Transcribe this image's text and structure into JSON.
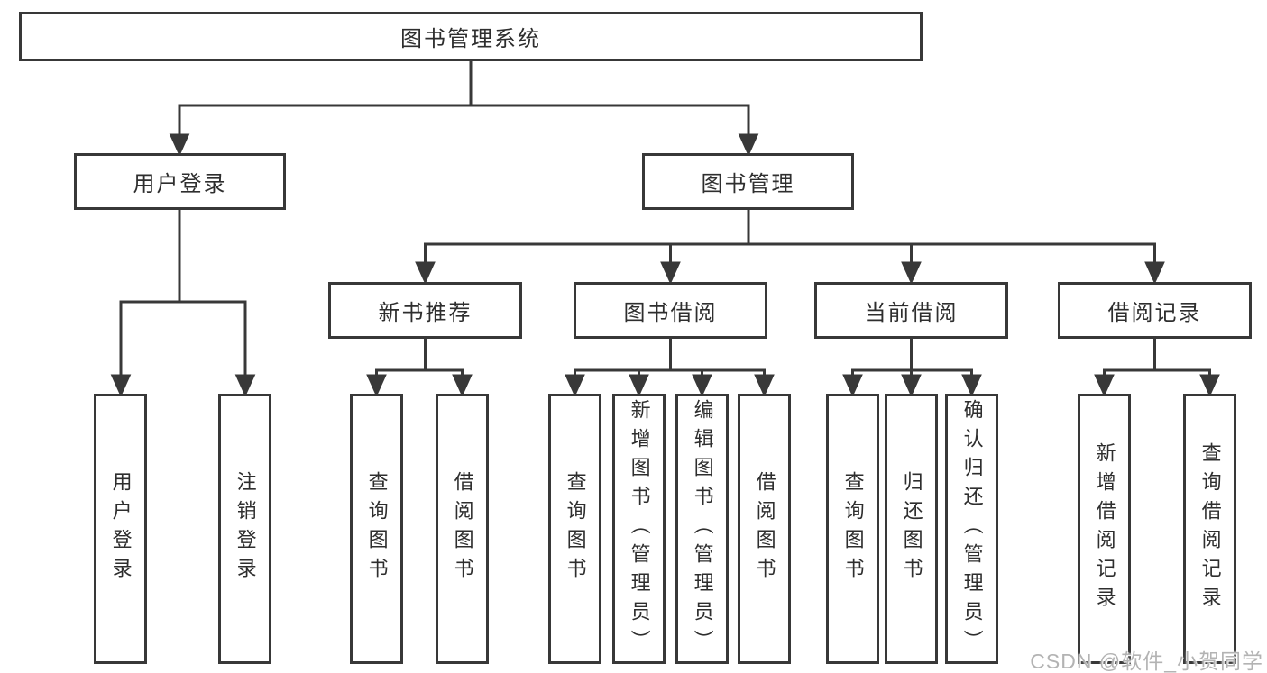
{
  "diagram_title": "图书管理系统",
  "nodes": {
    "root": {
      "label": "图书管理系统"
    },
    "level2": [
      {
        "label": "用户登录"
      },
      {
        "label": "图书管理"
      }
    ],
    "level3": [
      {
        "label": "新书推荐"
      },
      {
        "label": "图书借阅"
      },
      {
        "label": "当前借阅"
      },
      {
        "label": "借阅记录"
      }
    ],
    "leaves": [
      {
        "label": "用户登录"
      },
      {
        "label": "注销登录"
      },
      {
        "label": "查询图书"
      },
      {
        "label": "借阅图书"
      },
      {
        "label": "查询图书"
      },
      {
        "label": "新增图书（管理员）"
      },
      {
        "label": "编辑图书（管理员）"
      },
      {
        "label": "借阅图书"
      },
      {
        "label": "查询图书"
      },
      {
        "label": "归还图书"
      },
      {
        "label": "确认归还（管理员）"
      },
      {
        "label": "新增借阅记录"
      },
      {
        "label": "查询借阅记录"
      }
    ]
  },
  "hierarchy": {
    "图书管理系统": {
      "用户登录": [
        "用户登录",
        "注销登录"
      ],
      "图书管理": {
        "新书推荐": [
          "查询图书",
          "借阅图书"
        ],
        "图书借阅": [
          "查询图书",
          "新增图书（管理员）",
          "编辑图书（管理员）",
          "借阅图书"
        ],
        "当前借阅": [
          "查询图书",
          "归还图书",
          "确认归还（管理员）"
        ],
        "借阅记录": [
          "新增借阅记录",
          "查询借阅记录"
        ]
      }
    }
  },
  "watermark": {
    "text": "CSDN @软件_小贺同学"
  },
  "colors": {
    "line": "#383838",
    "box_border": "#383838",
    "text": "#2e2e2e",
    "background": "#ffffff",
    "watermark": "#b3b3b3"
  }
}
